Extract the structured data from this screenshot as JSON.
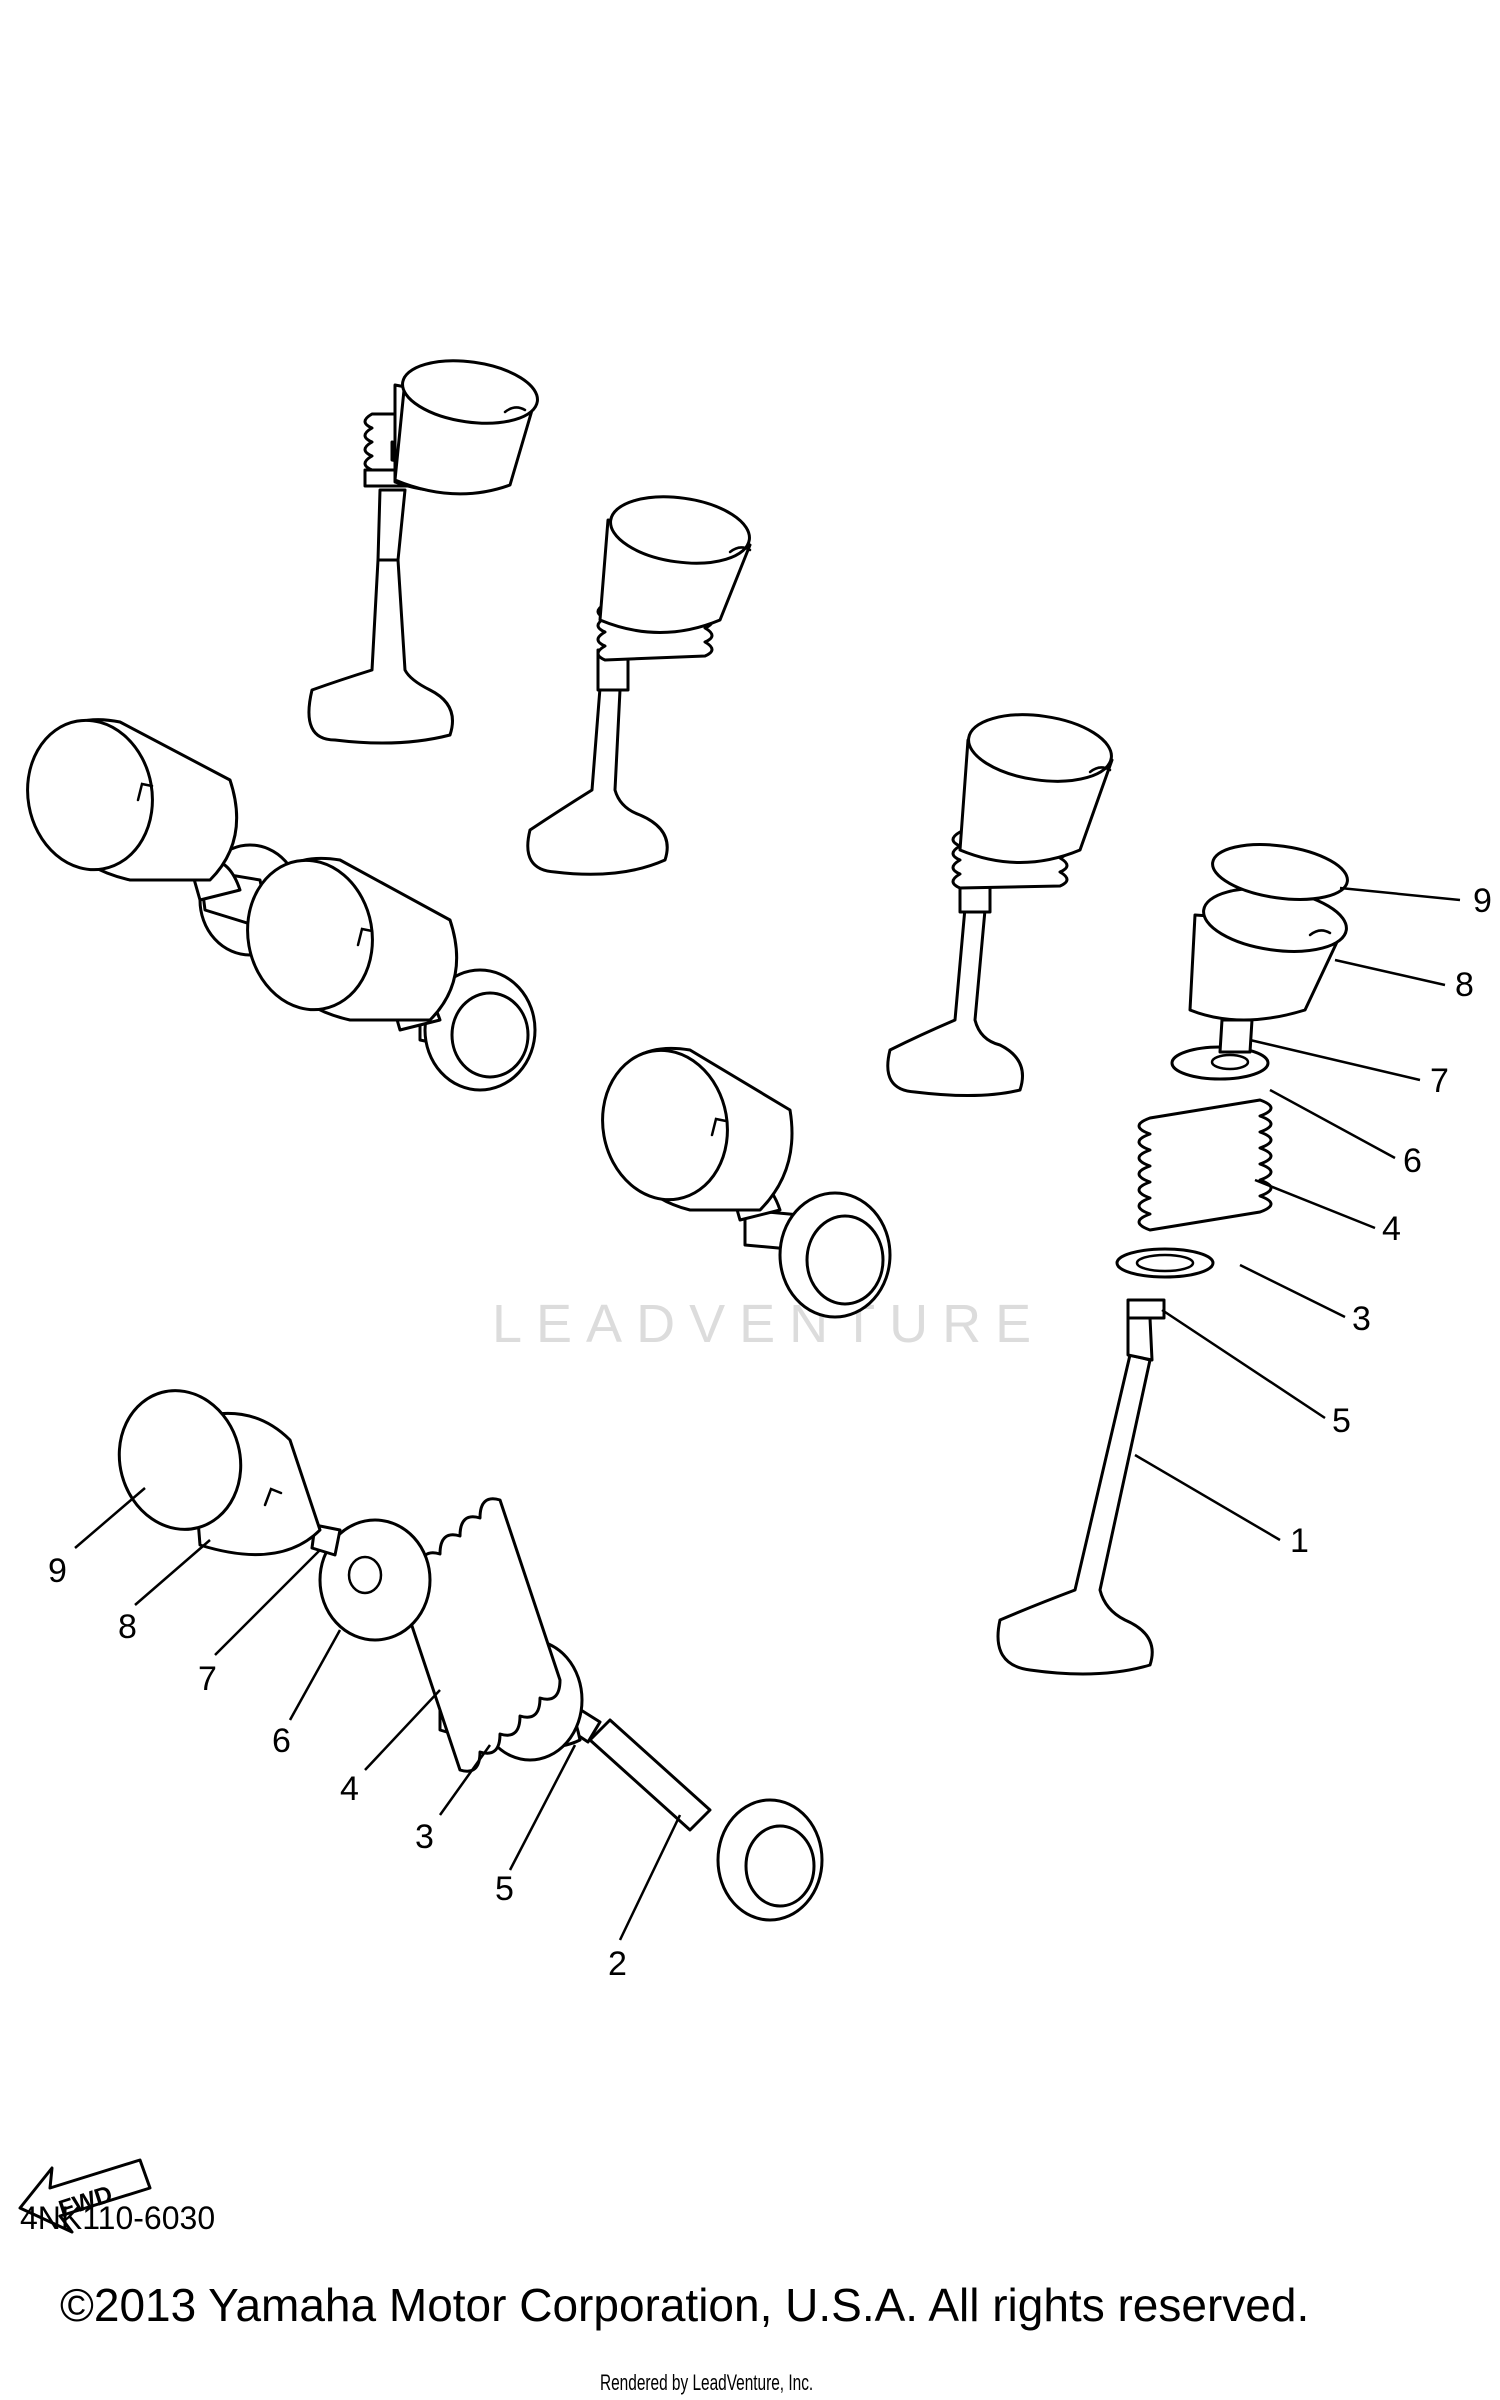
{
  "watermark": "LEADVENTURE",
  "fwd_label": "FWD",
  "callouts_right": [
    "9",
    "8",
    "7",
    "6",
    "4",
    "3",
    "5",
    "1"
  ],
  "callouts_left": [
    "9",
    "8",
    "7",
    "6",
    "4",
    "3",
    "5",
    "2"
  ],
  "diagram_code": "4NK110-6030",
  "copyright": "©2013 Yamaha Motor Corporation, U.S.A. All rights reserved.",
  "rendered_by": "Rendered by LeadVenture, Inc."
}
